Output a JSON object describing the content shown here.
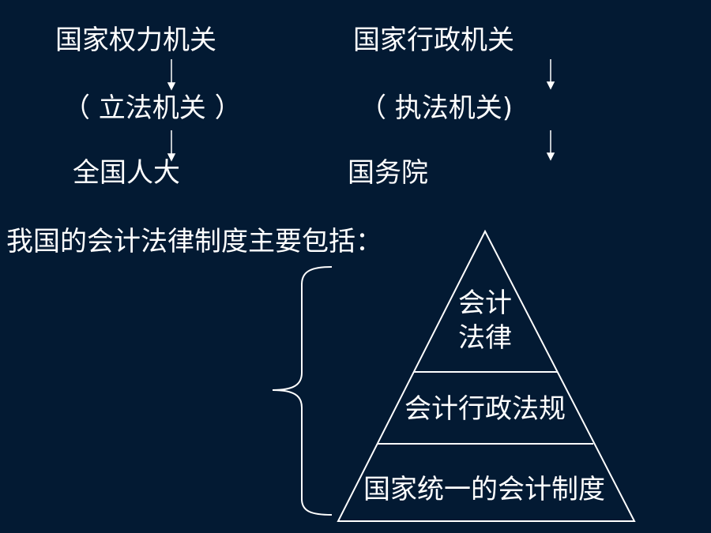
{
  "left_column": {
    "title": "国家权力机关",
    "subtitle": "（ 立法机关 ）",
    "body": "全国人大"
  },
  "right_column": {
    "title": "国家行政机关",
    "subtitle": "（ 执法机关)",
    "body": "国务院"
  },
  "intro": "我国的会计法律制度主要包括：",
  "pyramid": {
    "level1": "会计\n法律",
    "level2": "会计行政法规",
    "level3": "国家统一的会计制度"
  },
  "colors": {
    "background": "#031a33",
    "foreground": "#ffffff"
  }
}
